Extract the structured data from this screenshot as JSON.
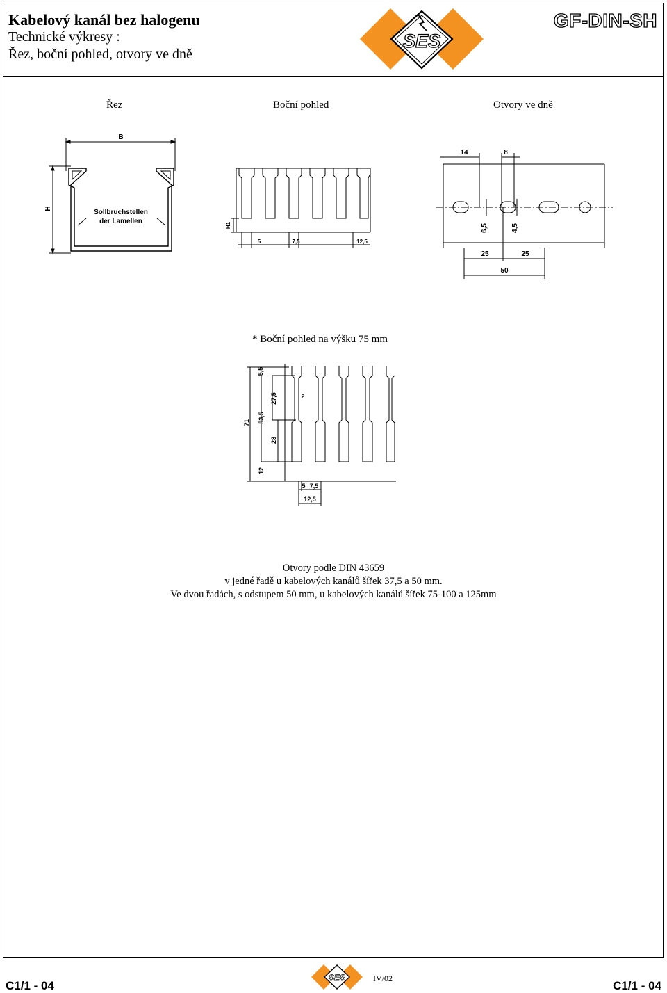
{
  "header": {
    "title": "Kabelový kanál bez halogenu",
    "subtitle": "Technické výkresy :",
    "subtitle2": "Řez, boční pohled, otvory ve dně",
    "logo_text": "SES",
    "product_code": "GF-DIN-SH"
  },
  "labels": {
    "section": "Řez",
    "side_view": "Boční pohled",
    "holes": "Otvory ve dně",
    "side_view_75": "* Boční pohled na výšku 75 mm"
  },
  "drawing1": {
    "width_label": "B",
    "height_label": "H",
    "note_line1": "Sollbruchstellen",
    "note_line2": "der Lamellen"
  },
  "drawing2": {
    "d_h1": "H1",
    "d_5": "5",
    "d_75": "7,5",
    "d_125": "12,5"
  },
  "drawing3": {
    "d_14": "14",
    "d_8": "8",
    "d_65": "6,5",
    "d_45": "4,5",
    "d_25a": "25",
    "d_25b": "25",
    "d_50": "50"
  },
  "drawing4": {
    "d_55": "5,5",
    "d_275": "27,5",
    "d_2": "2",
    "d_71": "71",
    "d_535": "53,5",
    "d_28": "28",
    "d_12": "12",
    "d_5": "5",
    "d_75": "7,5",
    "d_125": "12,5"
  },
  "caption": {
    "line1": "Otvory podle DIN 43659",
    "line2": "v jedné řadě u kabelových kanálů šířek 37,5 a 50 mm.",
    "line3": "Ve dvou řadách, s odstupem 50 mm, u kabelových kanálů šířek 75-100 a 125mm"
  },
  "footer": {
    "left_code": "C1/1 - 04",
    "right_code": "C1/1 - 04",
    "revision": "IV/02",
    "logo_text": "SES"
  },
  "colors": {
    "logo_orange": "#f39220",
    "ink": "#000000"
  }
}
